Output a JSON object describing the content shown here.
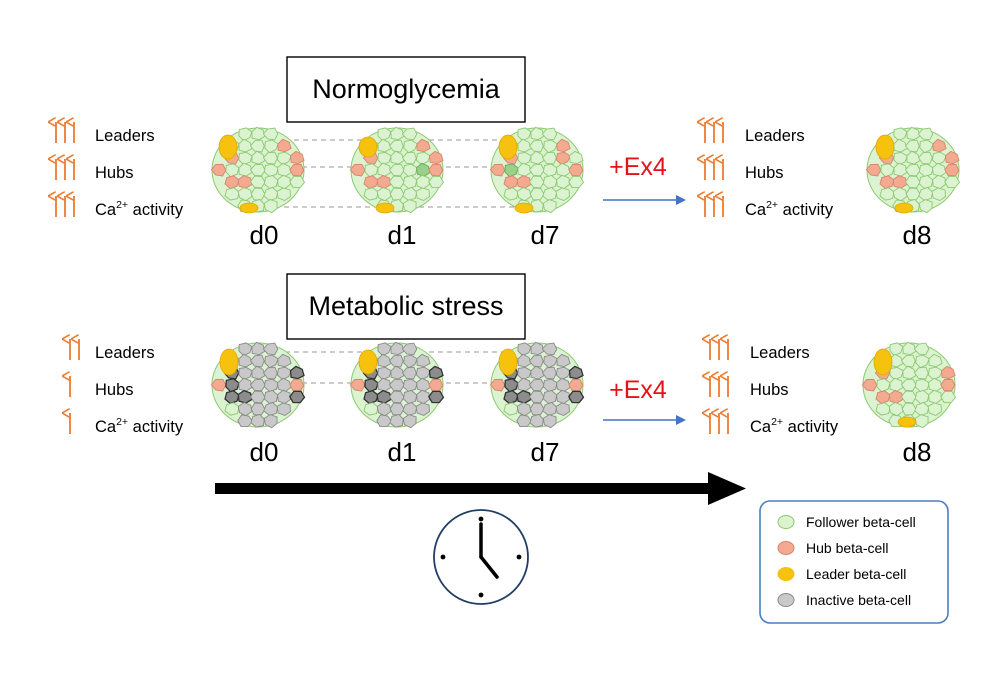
{
  "colors": {
    "follower_fill": "#dbf3d1",
    "follower_stroke": "#8cc970",
    "hub_fill": "#f4aa90",
    "hub_stroke": "#d4866a",
    "leader_fill": "#f7c20d",
    "inactive_fill": "#c9c9c9",
    "inactive_stroke": "#8a8a8a",
    "arrow_up": "#ed7b2f",
    "ex4_red": "#e8101a",
    "blue_arrow": "#4472c4",
    "legend_border": "#4a7ebf",
    "clock_border": "#1f3d66"
  },
  "rows": [
    {
      "title": "Normoglycemia",
      "ex4_label": "+Ex4",
      "indicators_before": [
        {
          "arrows": 3,
          "label": "Leaders",
          "sup": ""
        },
        {
          "arrows": 3,
          "label": "Hubs",
          "sup": ""
        },
        {
          "arrows": 3,
          "label": "Ca",
          "sup": "2+",
          "suffix": " activity"
        }
      ],
      "indicators_after": [
        {
          "arrows": 3,
          "label": "Leaders",
          "sup": ""
        },
        {
          "arrows": 3,
          "label": "Hubs",
          "sup": ""
        },
        {
          "arrows": 3,
          "label": "Ca",
          "sup": "2+",
          "suffix": " activity"
        }
      ],
      "days": [
        "d0",
        "d1",
        "d7",
        "d8"
      ]
    },
    {
      "title": "Metabolic stress",
      "ex4_label": "+Ex4",
      "indicators_before": [
        {
          "arrows": 2,
          "label": "Leaders",
          "sup": ""
        },
        {
          "arrows": 1,
          "label": "Hubs",
          "sup": ""
        },
        {
          "arrows": 1,
          "label": "Ca",
          "sup": "2+",
          "suffix": " activity"
        }
      ],
      "indicators_after": [
        {
          "arrows": 3,
          "label": "Leaders",
          "sup": ""
        },
        {
          "arrows": 3,
          "label": "Hubs",
          "sup": ""
        },
        {
          "arrows": 3,
          "label": "Ca",
          "sup": "2+",
          "suffix": " activity"
        }
      ],
      "days": [
        "d0",
        "d1",
        "d7",
        "d8"
      ]
    }
  ],
  "legend": [
    {
      "color_key": "follower_fill",
      "stroke_key": "follower_stroke",
      "label": "Follower beta-cell"
    },
    {
      "color_key": "hub_fill",
      "stroke_key": "hub_stroke",
      "label": "Hub beta-cell"
    },
    {
      "color_key": "leader_fill",
      "stroke_key": "leader_fill",
      "label": "Leader beta-cell"
    },
    {
      "color_key": "inactive_fill",
      "stroke_key": "inactive_stroke",
      "label": "Inactive beta-cell"
    }
  ],
  "icons": {
    "timeline": "time-arrow-icon",
    "clock": "clock-icon",
    "up_arrow": "up-arrow-icon",
    "ex4_arrow": "right-arrow-icon"
  }
}
